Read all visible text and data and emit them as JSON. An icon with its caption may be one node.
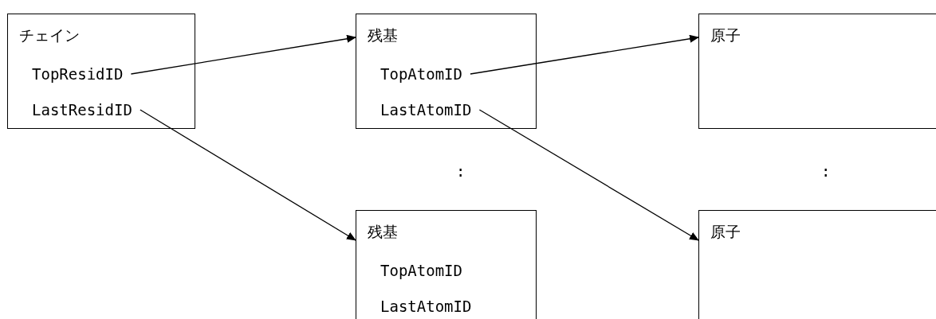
{
  "diagram": {
    "nodes": [
      {
        "text": [
          "チェイン"
        ]
      },
      {
        "text": [
          "TopResidID"
        ],
        "in": 0
      },
      {
        "text": [
          "LastResidID"
        ],
        "in": 0
      },
      {
        "text": [
          "残基"
        ]
      },
      {
        "text": [
          "TopAtomID"
        ],
        "in": 3
      },
      {
        "text": [
          "LastAtomID"
        ],
        "in": 3
      },
      {
        "text": [
          "原子"
        ]
      },
      {
        "text": [
          "残基"
        ]
      },
      {
        "text": [
          "TopAtomID"
        ],
        "in": 7
      },
      {
        "text": [
          "LastAtomID"
        ],
        "in": 7
      },
      {
        "text": [
          "原子"
        ]
      }
    ],
    "edges": [
      {
        "from": 1,
        "to": 3,
        "arrow": "to"
      },
      {
        "from": 2,
        "to": 7,
        "arrow": "to"
      },
      {
        "from": 4,
        "to": 6,
        "arrow": "to"
      },
      {
        "from": 5,
        "to": 10,
        "arrow": "to"
      }
    ],
    "labels": [
      ":",
      ":"
    ]
  }
}
